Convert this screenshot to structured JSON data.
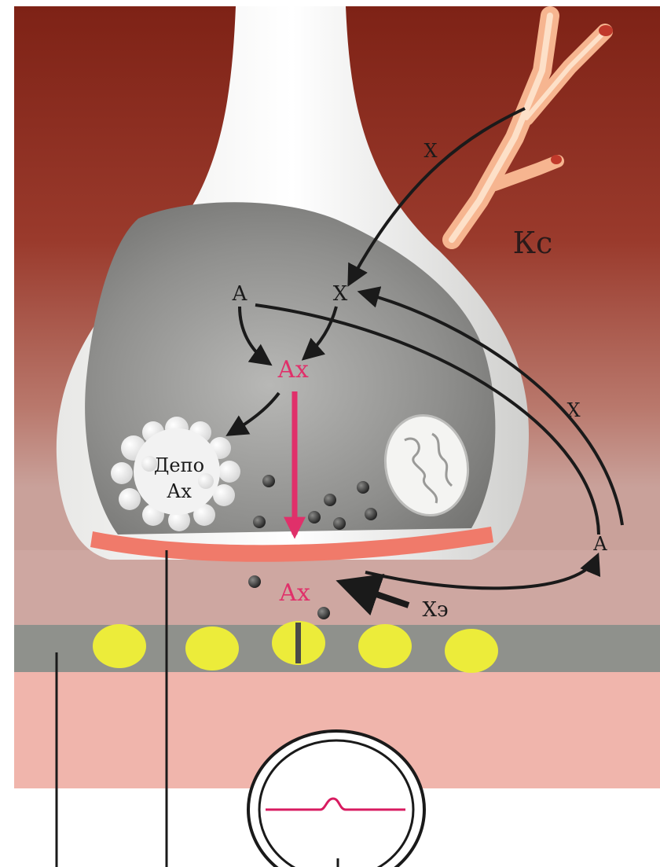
{
  "labels": {
    "x_top": "Х",
    "x_mid": "Х",
    "x_right": "Х",
    "a_left": "А",
    "a_right": "А",
    "ax_terminal": "Ах",
    "ax_cleft": "Ах",
    "depot_line1": "Депо",
    "depot_line2": "Ах",
    "kc": "Кс",
    "xe": "Хэ"
  },
  "colors": {
    "background_top": "#8a2a1e",
    "background_mid": "#b86a5a",
    "cleft": "#cfa6a0",
    "membrane_band": "#8f8f8a",
    "muscle": "#f0b3aa",
    "terminal_outer": "#f2f2f0",
    "terminal_inner": "#8e8e8c",
    "active_zone": "#f07a6a",
    "pink_label": "#e0306a",
    "receptor": "#ecec3a",
    "capillary": "#f7b898",
    "oscillo_trace": "#d81b60",
    "arrows": "#1a1a1a"
  }
}
